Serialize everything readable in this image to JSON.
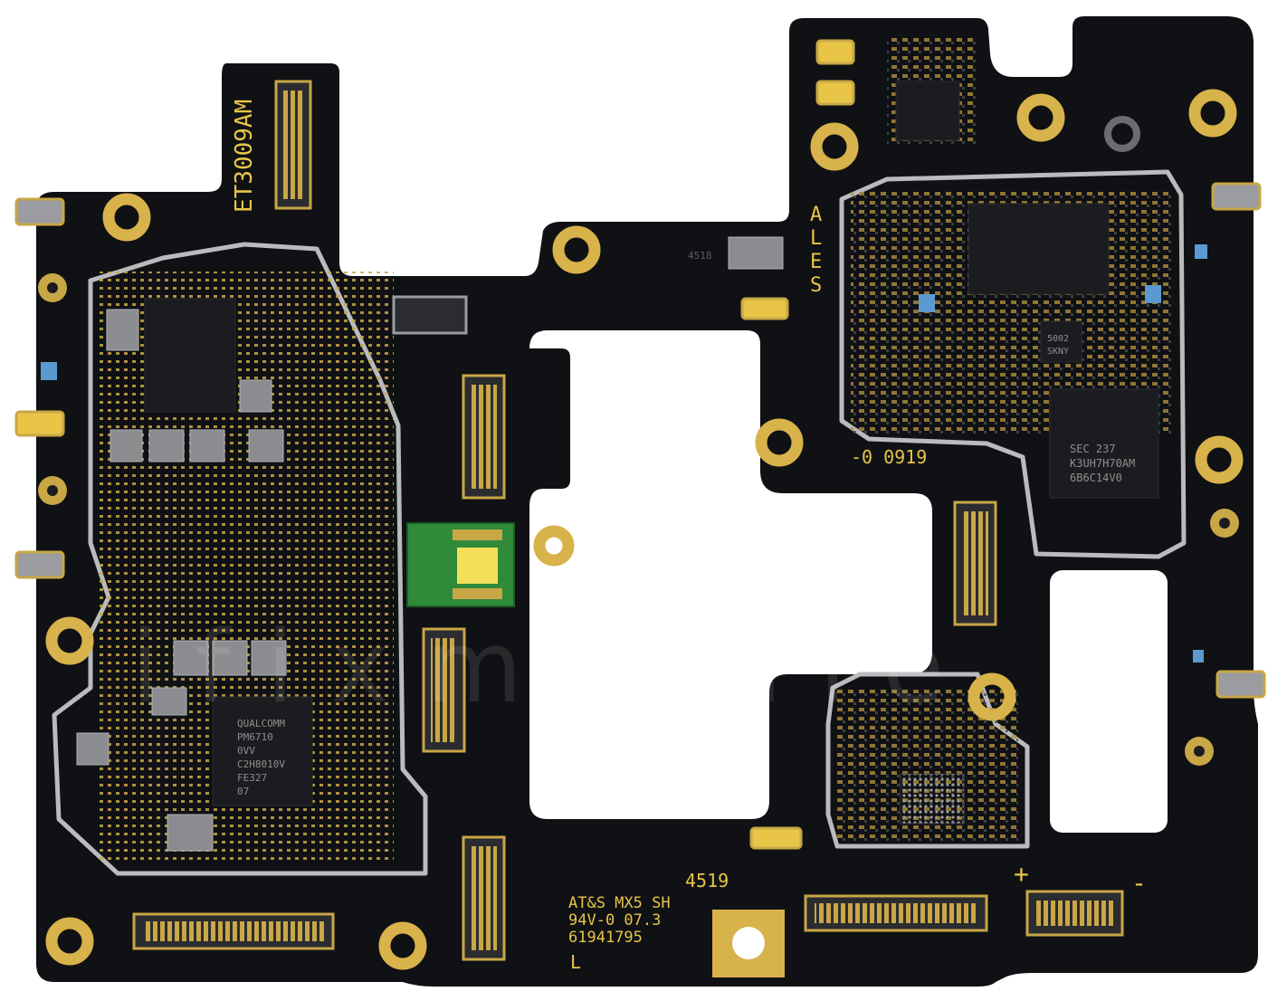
{
  "board": {
    "colors": {
      "pcb": "#0f1114",
      "gold": "#d8b24a",
      "shield": "#b9bbbd",
      "green_module": "#2f8a3a",
      "chip": "#1b1c1f",
      "background": "#ffffff"
    },
    "silkscreen": {
      "part_label": "ET3009AM",
      "ales_letters": [
        "A",
        "L",
        "E",
        "S"
      ],
      "date_code": "-0 0919",
      "batch": "4519",
      "maker_line": "AT&S MX5 SH",
      "rating_line": "94V-0 07.3",
      "serial_line": "61941795",
      "plus_mark": "+",
      "minus_mark": "-",
      "corner_mark": "L",
      "small_label": "4518"
    },
    "chips": {
      "pmic": [
        "QUALCOMM",
        "PM6710",
        "0VV",
        "C2H8010V",
        "FE327",
        "07"
      ],
      "memory": [
        "SEC 237",
        "K3UH7H70AM",
        "6B6C14V0"
      ],
      "small_ic": [
        "5002",
        "SKNY"
      ]
    },
    "watermark": {
      "text": "ifixmobile"
    }
  }
}
